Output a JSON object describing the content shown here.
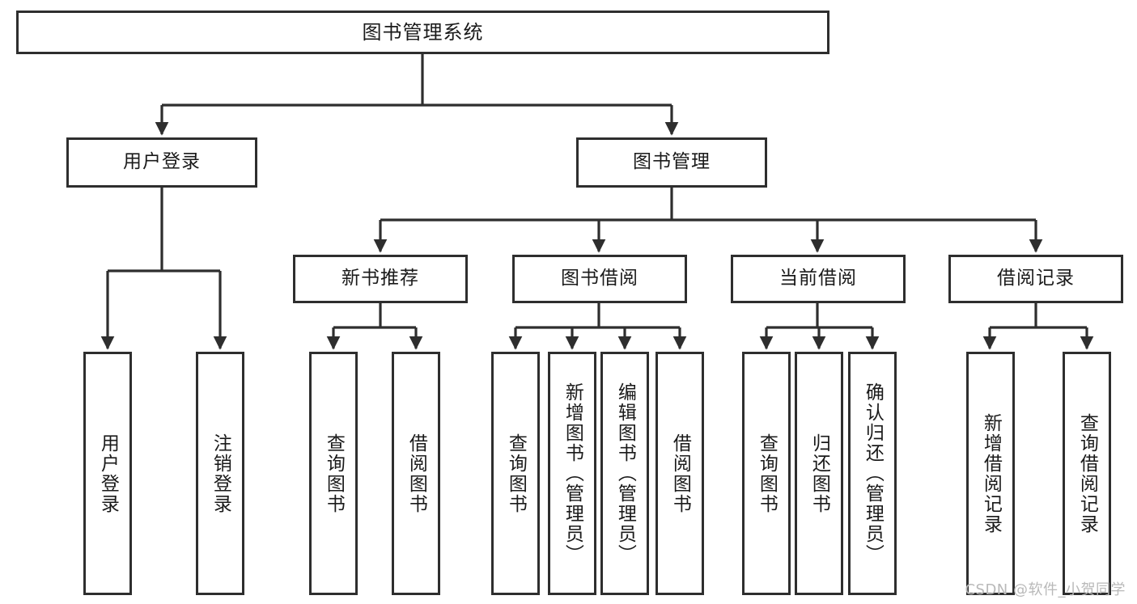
{
  "diagram": {
    "title": "图书管理系统",
    "type": "hierarchy-tree",
    "watermark": "CSDN @软件_小贺同学",
    "colors": {
      "stroke": "#2e2e2e",
      "fill": "#ffffff",
      "text": "#1a1a1a",
      "watermark": "#b9b9b9"
    },
    "root": {
      "label": "图书管理系统"
    },
    "level2": [
      {
        "id": "user-login",
        "label": "用户登录"
      },
      {
        "id": "book-manage",
        "label": "图书管理"
      }
    ],
    "level3": [
      {
        "id": "new-book-recommend",
        "label": "新书推荐"
      },
      {
        "id": "book-borrow",
        "label": "图书借阅"
      },
      {
        "id": "current-borrow",
        "label": "当前借阅"
      },
      {
        "id": "borrow-record",
        "label": "借阅记录"
      }
    ],
    "leaves": {
      "user_login": [
        {
          "id": "leaf-user-login",
          "label": "用户登录"
        },
        {
          "id": "leaf-logout",
          "label": "注销登录"
        }
      ],
      "new_book_recommend": [
        {
          "id": "leaf-query-book-1",
          "label": "查询图书"
        },
        {
          "id": "leaf-borrow-book-1",
          "label": "借阅图书"
        }
      ],
      "book_borrow": [
        {
          "id": "leaf-query-book-2",
          "label": "查询图书"
        },
        {
          "id": "leaf-add-book",
          "label": "新增图书（管理员）"
        },
        {
          "id": "leaf-edit-book",
          "label": "编辑图书（管理员）"
        },
        {
          "id": "leaf-borrow-book-2",
          "label": "借阅图书"
        }
      ],
      "current_borrow": [
        {
          "id": "leaf-query-book-3",
          "label": "查询图书"
        },
        {
          "id": "leaf-return-book",
          "label": "归还图书"
        },
        {
          "id": "leaf-confirm-return",
          "label": "确认归还（管理员）"
        }
      ],
      "borrow_record": [
        {
          "id": "leaf-add-record",
          "label": "新增借阅记录"
        },
        {
          "id": "leaf-query-record",
          "label": "查询借阅记录"
        }
      ]
    }
  }
}
